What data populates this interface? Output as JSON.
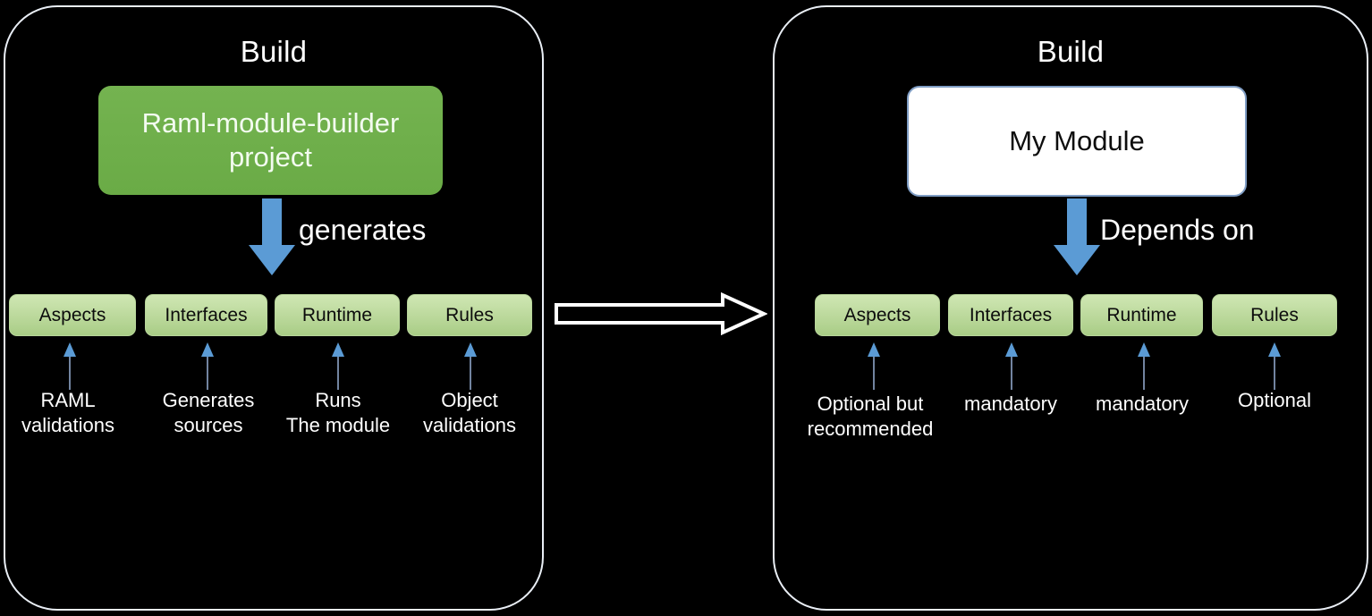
{
  "diagram": {
    "title": "RAML module builder build relationship diagram",
    "background_color": "#000000",
    "panel_border_color": "#e9eef5",
    "accent_green": "#6aab46",
    "component_green": "#bcd99c",
    "accent_blue": "#5b9bd5",
    "white_box_border": "#7f9dc4"
  },
  "left_panel": {
    "title": "Build",
    "main_box": {
      "label": "Raml-module-builder project",
      "color": "#6aab46"
    },
    "arrow": {
      "icon": "down-block-arrow-icon",
      "caption": "generates",
      "color": "#5b9bd5"
    },
    "components": [
      {
        "label": "Aspects",
        "note": "RAML\nvalidations"
      },
      {
        "label": "Interfaces",
        "note": "Generates\nsources"
      },
      {
        "label": "Runtime",
        "note": "Runs\nThe module"
      },
      {
        "label": "Rules",
        "note": "Object\nvalidations"
      }
    ]
  },
  "bridge": {
    "icon": "right-block-arrow-icon",
    "style": "outlined-white-arrow"
  },
  "right_panel": {
    "title": "Build",
    "main_box": {
      "label": "My Module",
      "color": "#ffffff"
    },
    "arrow": {
      "icon": "down-block-arrow-icon",
      "caption": "Depends on",
      "color": "#5b9bd5"
    },
    "components": [
      {
        "label": "Aspects",
        "note": "Optional but\nrecommended"
      },
      {
        "label": "Interfaces",
        "note": "mandatory"
      },
      {
        "label": "Runtime",
        "note": "mandatory"
      },
      {
        "label": "Rules",
        "note": "Optional"
      }
    ]
  }
}
